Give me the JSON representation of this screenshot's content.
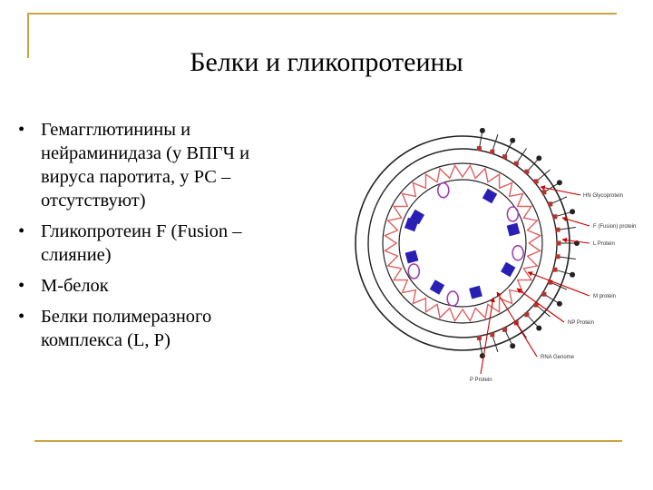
{
  "title": "Белки и гликопротеины",
  "bullets": [
    {
      "lines": [
        "Гемагглютинины и",
        "нейраминидаза (у ВПГЧ и",
        "вируса паротита, у РС –",
        "отсутствуют)"
      ]
    },
    {
      "lines": [
        "Гликопротеин F (Fusion –",
        "слияние)"
      ]
    },
    {
      "lines": [
        "М-белок"
      ]
    },
    {
      "lines": [
        "Белки полимеразного",
        "комплекса (L, P)"
      ]
    }
  ],
  "diagram_labels": {
    "hn": "HN Glycoprotein",
    "f": "F (Fusion) protein",
    "l": "L Protein",
    "m": "M protein",
    "np": "NP Protein",
    "genome": "RNA Genome",
    "p": "P Protein"
  },
  "colors": {
    "frame": "#c9a441",
    "arrow": "#cc0000",
    "protein": "#2a1fb5",
    "nucleocapsid": "#e06060",
    "glycoprotein": "#b2352e",
    "pprotein": "#a040b0"
  }
}
